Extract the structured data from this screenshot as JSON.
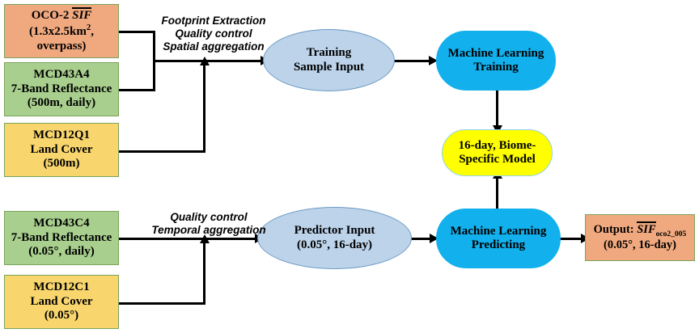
{
  "diagram": {
    "title": "OCO-2 SIF machine learning upscaling workflow",
    "colors": {
      "orange": "#f0a97f",
      "green": "#a8cf8e",
      "yellow_box": "#f8d66d",
      "ellipse_blue": "#bcd3ea",
      "stadium_blue": "#12b0ec",
      "model_yellow": "#ffff00",
      "border_green": "#7aa35c",
      "line_black": "#000000"
    },
    "inputs_top": [
      {
        "id": "oco2-sif",
        "name": "oco2-sif-box",
        "line1_prefix": "OCO-2 ",
        "line1_overline": "SIF",
        "line2": "(1.3x2.5km",
        "line2_sup": "2",
        "line2_tail": ",",
        "line3": "overpass)",
        "color": "#f0a97f"
      },
      {
        "id": "mcd43a4",
        "name": "mcd43a4-box",
        "line1": "MCD43A4",
        "line2": "7-Band Reflectance",
        "line3": "(500m, daily)",
        "color": "#a8cf8e"
      },
      {
        "id": "mcd12q1",
        "name": "mcd12q1-box",
        "line1": "MCD12Q1",
        "line2": "Land Cover",
        "line3": "(500m)",
        "color": "#f8d66d"
      }
    ],
    "inputs_bottom": [
      {
        "id": "mcd43c4",
        "name": "mcd43c4-box",
        "line1": "MCD43C4",
        "line2": "7-Band Reflectance",
        "line3": "(0.05°, daily)",
        "color": "#a8cf8e"
      },
      {
        "id": "mcd12c1",
        "name": "mcd12c1-box",
        "line1": "MCD12C1",
        "line2": "Land Cover",
        "line3": "(0.05°)",
        "color": "#f8d66d"
      }
    ],
    "process_labels": [
      {
        "id": "top-process",
        "name": "top-process-label",
        "text": "Footprint Extraction\nQuality control\nSpatial aggregation"
      },
      {
        "id": "bottom-process",
        "name": "bottom-process-label",
        "text": "Quality control\nTemporal aggregation"
      }
    ],
    "nodes": {
      "training_sample_input": {
        "line1": "Training",
        "line2": "Sample Input"
      },
      "predictor_input": {
        "line1": "Predictor Input",
        "line2": "(0.05°, 16-day)"
      },
      "ml_training": {
        "line1": "Machine Learning",
        "line2": "Training"
      },
      "ml_predicting": {
        "line1": "Machine Learning",
        "line2": "Predicting"
      },
      "model": {
        "line1": "16-day, Biome-",
        "line2": "Specific Model"
      },
      "output": {
        "line1_prefix": "Output: ",
        "line1_overline": "SIF",
        "line1_sub": "oco2_005",
        "line2": "(0.05°, 16-day)"
      }
    }
  }
}
